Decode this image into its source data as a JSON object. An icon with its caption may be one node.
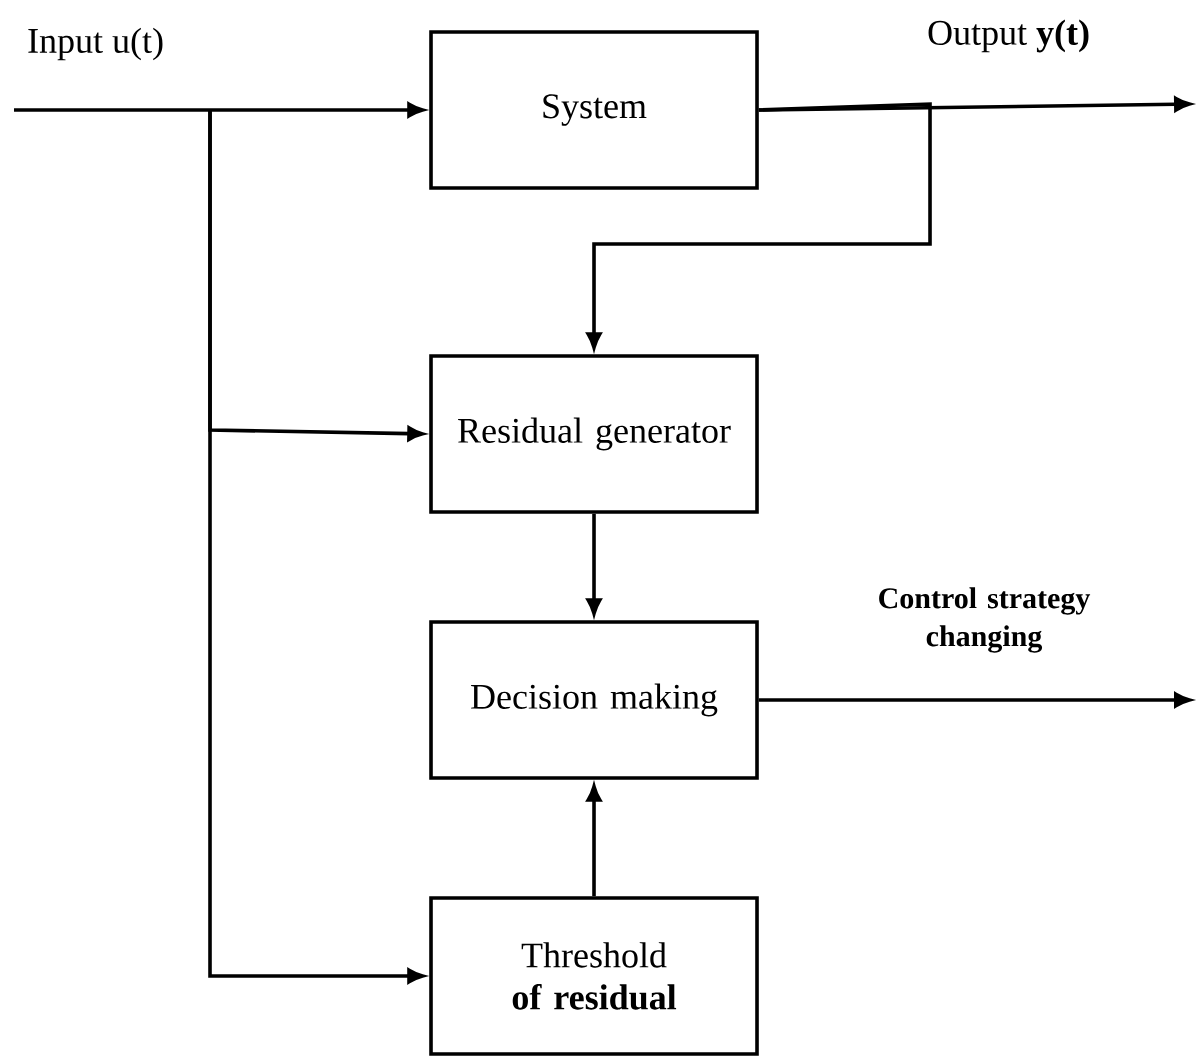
{
  "diagram": {
    "nodes": [
      {
        "text": [
          "System"
        ]
      },
      {
        "text": [
          "Residual generator"
        ]
      },
      {
        "text": [
          "Decision making"
        ]
      },
      {
        "text": [
          "Threshold **of residual**"
        ]
      }
    ],
    "edges": [
      {
        "from": null,
        "to": 0,
        "arrow": "to",
        "label": "Input u(t)"
      },
      {
        "from": null,
        "to": 1,
        "arrow": "to"
      },
      {
        "from": null,
        "to": 3,
        "arrow": "to"
      },
      {
        "from": 0,
        "to": null,
        "arrow": "to",
        "label": "Output **y(t)**"
      },
      {
        "from": 0,
        "to": 1,
        "arrow": "to"
      },
      {
        "from": 1,
        "to": 2,
        "arrow": "to"
      },
      {
        "from": 3,
        "to": 2,
        "arrow": "to"
      },
      {
        "from": 2,
        "to": null,
        "arrow": "to",
        "label": "Control strategy changing"
      }
    ]
  }
}
